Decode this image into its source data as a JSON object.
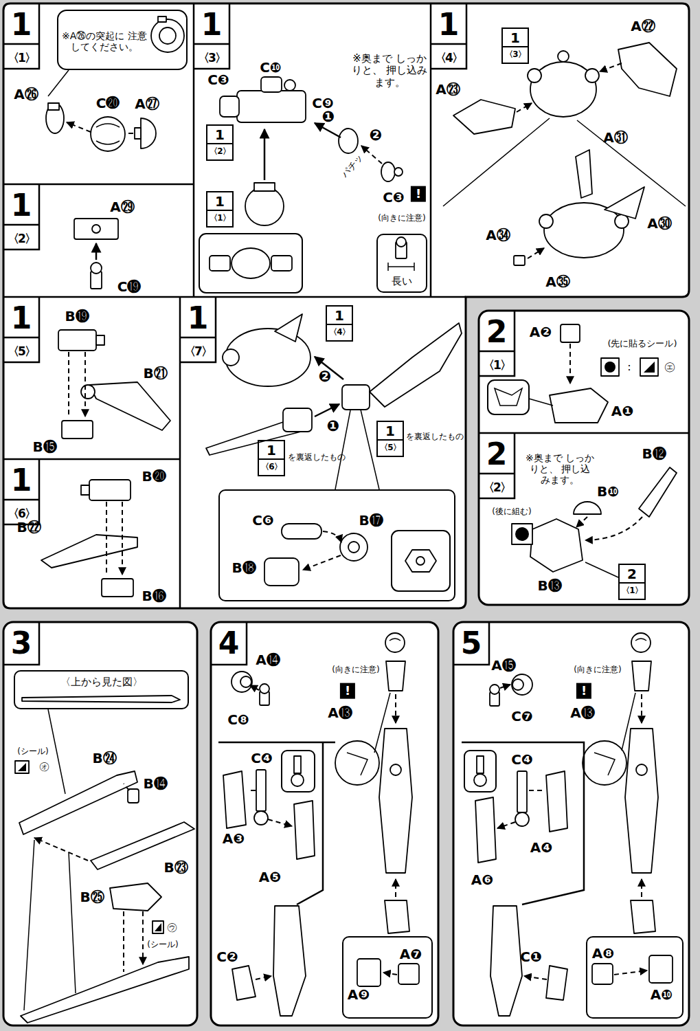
{
  "diagram": {
    "nodes": [
      {
        "text": [
          "1",
          "〈1〉"
        ]
      },
      {
        "text": [
          "※A㉖の突起に 注意してください。"
        ],
        "in": 0
      },
      {
        "text": [
          "1",
          "〈2〉"
        ]
      },
      {
        "text": [
          "1",
          "〈3〉"
        ]
      },
      {
        "text": [
          "1",
          "〈2〉"
        ],
        "in": 3
      },
      {
        "text": [
          "1",
          "〈1〉"
        ],
        "in": 3
      },
      {
        "text": [
          "長い"
        ],
        "in": 3
      },
      {
        "text": [
          "1",
          "〈4〉"
        ]
      },
      {
        "text": [
          "1",
          "〈3〉"
        ],
        "in": 7
      },
      {
        "text": [
          "1",
          "〈5〉"
        ]
      },
      {
        "text": [
          "1",
          "〈6〉"
        ]
      },
      {
        "text": [
          "1",
          "〈7〉"
        ]
      },
      {
        "text": [
          "1",
          "〈4〉"
        ],
        "in": 11
      },
      {
        "text": [
          "1",
          "〈5〉"
        ],
        "in": 11
      },
      {
        "text": [
          "1",
          "〈6〉"
        ],
        "in": 11
      },
      {
        "text": [
          "C❻",
          "B⓱",
          "B⓲"
        ],
        "in": 11
      },
      {
        "text": [
          "2",
          "〈1〉"
        ]
      },
      {
        "text": [
          "2",
          "〈2〉"
        ]
      },
      {
        "text": [
          "2",
          "〈1〉"
        ],
        "in": 17
      },
      {
        "text": [
          "3"
        ]
      },
      {
        "text": [
          "〈上から見た図〉"
        ],
        "in": 19
      },
      {
        "text": [
          "4"
        ]
      },
      {
        "text": [
          "A❼",
          "A❾"
        ],
        "in": 21
      },
      {
        "text": [
          "5"
        ]
      },
      {
        "text": [
          "A❽",
          "A❿"
        ],
        "in": 23
      }
    ],
    "labels": [
      "A㉖",
      "C⓴",
      "A㉗",
      "A㉙",
      "C⓳",
      "C❸",
      "C❿",
      "※奥まで しっかりと、 押し込みます。",
      "C❾",
      "❶",
      "❷",
      "パチッ",
      "C❸",
      "!",
      "(向きに注意)",
      "A㉒",
      "A㉓",
      "A㉛",
      "A㉚",
      "A㉞",
      "A㉟",
      "B⓳",
      "B㉑",
      "B⓯",
      "B⓴",
      "B㉒",
      "B⓰",
      "❷",
      "❶",
      "を裏返したもの",
      "を裏返したもの",
      "A❷",
      "(先に貼るシール)",
      ":",
      "㋓",
      "A❶",
      "※奥まで しっかりと、 押し込みます。",
      "B⓬",
      "B❿",
      "(後に組む)",
      "B⓭",
      "(シール)",
      "㋔",
      "B㉔",
      "B⓮",
      "B㉓",
      "B㉕",
      "㋒",
      "(シール)",
      "A⓮",
      "C❽",
      "(向きに注意)",
      "!",
      "A⓭",
      "C❹",
      "A❸",
      "A❺",
      "C❷",
      "A⓯",
      "C❼",
      "(向きに注意)",
      "!",
      "A⓭",
      "C❹",
      "A❹",
      "A❻",
      "C❶"
    ]
  }
}
